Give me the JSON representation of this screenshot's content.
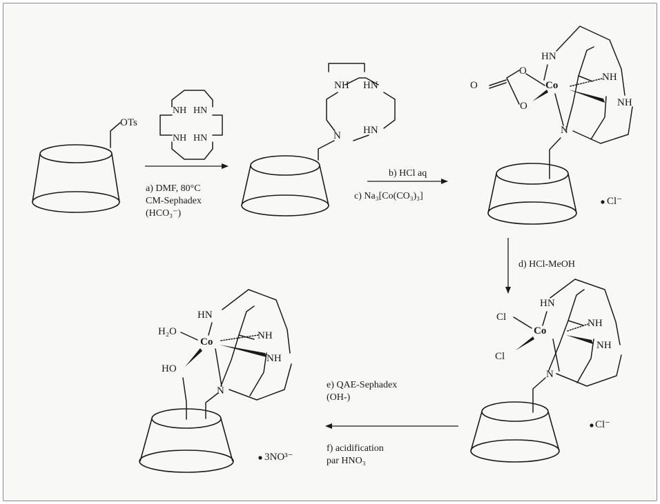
{
  "scheme": {
    "reactant_group": "OTs",
    "macrocycle_reagent": {
      "nh_1": "NH",
      "hn_1": "HN",
      "nh_2": "NH",
      "hn_2": "HN"
    },
    "intermediate_1": {
      "nh": "NH",
      "hn_top": "HN",
      "hn_bottom": "HN",
      "n": "N"
    },
    "complex_1": {
      "hn": "HN",
      "nh_1": "NH",
      "nh_2": "NH",
      "n": "N",
      "o_1": "O",
      "o_2": "O",
      "carbonyl_o": "O",
      "metal": "Co",
      "counterion": "Cl⁻"
    },
    "complex_2": {
      "hn": "HN",
      "nh_1": "NH",
      "nh_2": "NH",
      "n": "N",
      "cl_1": "Cl",
      "cl_2": "Cl",
      "metal": "Co",
      "counterion": "Cl⁻"
    },
    "complex_3": {
      "hn": "HN",
      "nh_1": "NH",
      "nh_2": "NH",
      "n": "N",
      "h2o": "H₂O",
      "ho": "HO",
      "metal": "Co",
      "counterion": "3NO³⁻"
    },
    "conditions": {
      "a_line1": "a) DMF, 80°C",
      "a_line2": "CM-Sephadex",
      "a_line3": "(HCO₃⁻)",
      "b": "b) HCl aq",
      "c": "c) Na₃[Co(CO₃)₃]",
      "d": "d) HCl-MeOH",
      "e_line1": "e) QAE-Sephadex",
      "e_line2": "(OH-)",
      "f_line1": "f)  acidification",
      "f_line2": "par HNO₃"
    }
  }
}
